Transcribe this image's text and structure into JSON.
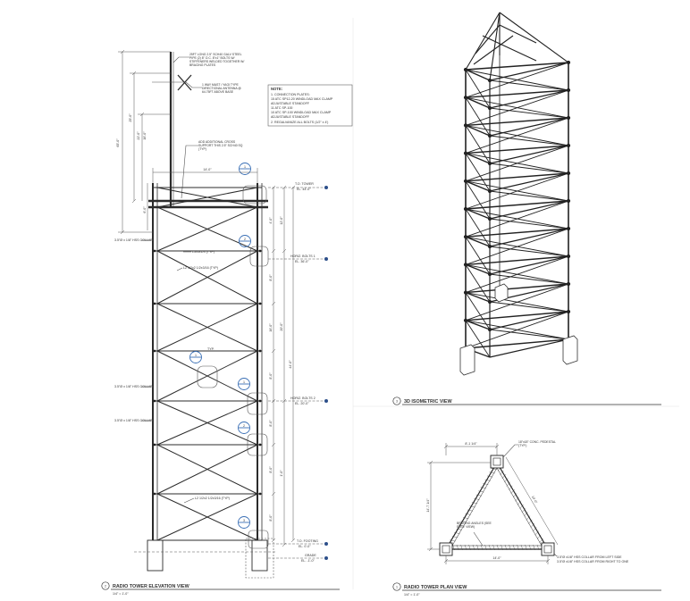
{
  "views": {
    "elevation": {
      "title": "RADIO TOWER ELEVATION VIEW",
      "scale": "1/4\" = 1'-0\"",
      "number": "2"
    },
    "isometric": {
      "title": "3D ISOMETRIC VIEW",
      "number": "3"
    },
    "plan": {
      "title": "RADIO TOWER PLAN VIEW",
      "scale": "1/4\" = 1'-0\"",
      "number": "1"
    }
  },
  "elevation_notes": {
    "mast": "25FT LONG 2.5\" SCH40 GALV STEEL PIPE (2) 8\" O.C. 8\"x1\" BOLTS W/ STIFFENERS WELDED TOGETHER W/ BRACING PLATES",
    "antenna": "1 WAY MAST / YAGI TYPE DIRECTIONAL ANTENNA @ 64.75FT ABOVE BASE",
    "cross_support": "ADD ADDITIONAL CROSS SUPPORT THIS 2.5\" SCH40 SQ (TYP)",
    "collar_1": "3.5\"Ø x 1/8\" HSS COLLAR",
    "collar_2": "3.5\"Ø x 1/8\" HSS COLLAR",
    "collar_3": "3.5\"Ø x 1/8\" HSS COLLAR",
    "brace_a": "L3x3x1/4 (TYP)",
    "brace_b": "L2 1/2x2 1/2x3/16 (TYP)",
    "brace_c": "L2 1/2x2 1/2x3/16 (TYP)",
    "detail_label": "TYP."
  },
  "level_markers": [
    {
      "label": "T.O. TOWER",
      "sub": "EL. 44'-0\""
    },
    {
      "label": "HORIZ. BOLTS 1",
      "sub": "EL. 36'-0\""
    },
    {
      "label": "HORIZ. BOLTS 2",
      "sub": "EL. 20'-0\""
    },
    {
      "label": "T.O. FOOTING",
      "sub": "EL. 0'-0\""
    },
    {
      "label": "GRADE",
      "sub": "EL. -1'-0\""
    }
  ],
  "elevation_dims": {
    "overall": "65'-0\"",
    "mast_1": "25'-0\"",
    "mast_2": "22'-0\"",
    "mast_3": "16'-0\"",
    "mast_4": "6'-0\"",
    "top_width": "14'-0\"",
    "right_1": "4'-0\"",
    "right_2": "8'-0\"",
    "right_3": "16'-0\"",
    "right_4": "8'-0\"",
    "right_5": "8'-0\"",
    "right_6": "8'-0\"",
    "right_7": "8'-0\"",
    "right_total_1": "12'-0\"",
    "right_total_2": "44'-0\"",
    "right_total_3": "20'-0\"",
    "grade": "1'-0\""
  },
  "general_notes": {
    "heading": "NOTE:",
    "lines": [
      "1. CONNECTION PLATES:",
      "   15 ATC SP12-20 WINDLOAD MAX CLAMP",
      "   ADJUSTABLE STANDOFF",
      "   11 ATC SP-100",
      "   10 ATC SP-100 WINDLOAD MAX CLAMP",
      "   ADJUSTABLE STANDOFF",
      "2. REGALVANIZE ALL BOLTS (1/2\" x 4')"
    ]
  },
  "plan": {
    "top_dim": "8'-1 1/4\"",
    "left_dim": "14'-7 1/4\"",
    "bottom_dim": "14'-0\"",
    "side_dim": "14'-0\"",
    "pedestal": "18\"x18\" CONC. PEDESTAL (TYP.)",
    "bracing": "BRACING ANGLES (SEE ELEV. VIEW)",
    "collar_a": "3.5\"Ø x1/8\" HSS COLLAR FROM LEFT SIDE",
    "collar_b": "3.5\"Ø x1/8\" HSS COLLAR FROM RIGHT TO ONE"
  },
  "detail_callouts": [
    "1",
    "2",
    "1",
    "1",
    "2",
    "3",
    "4",
    "5"
  ]
}
